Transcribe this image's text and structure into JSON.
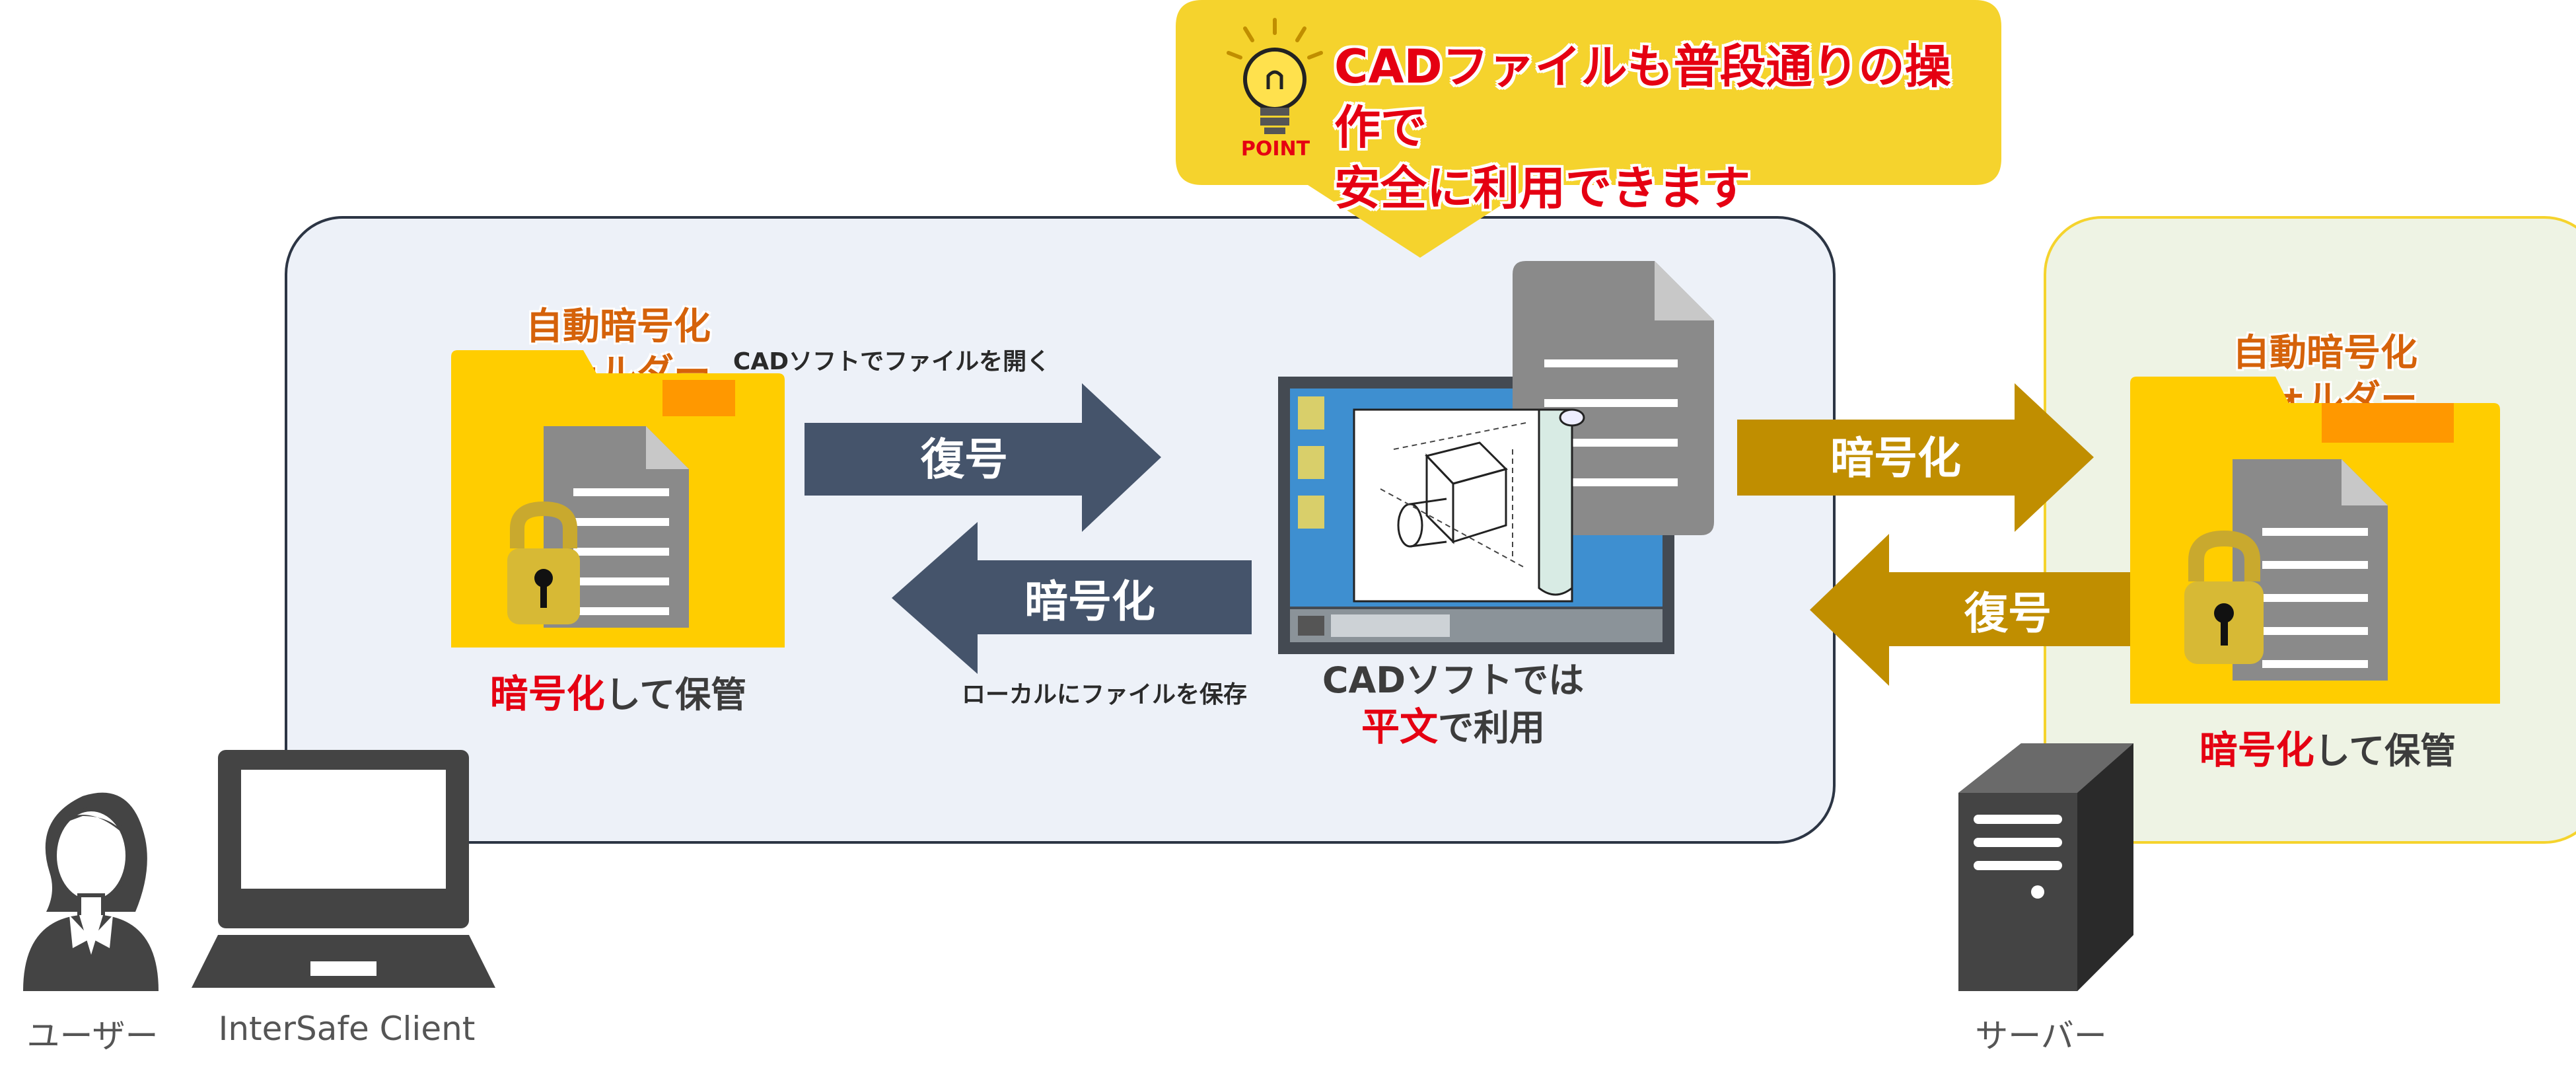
{
  "callout": {
    "text": "CADファイルも普段通りの操作で\n安全に利用できます",
    "point_label": "POINT",
    "icon": "lightbulb-icon"
  },
  "client_side": {
    "folder_label": "自動暗号化\nフォルダー",
    "store_label_red": "暗号化",
    "store_label_rest": "して保管",
    "decrypt_arrow": {
      "label": "復号",
      "caption": "CADソフトでファイルを開く"
    },
    "encrypt_arrow": {
      "label": "暗号化",
      "caption": "ローカルにファイルを保存"
    },
    "cad_caption_line1": "CADソフトでは",
    "cad_caption_red": "平文",
    "cad_caption_rest": "で利用"
  },
  "transfer": {
    "encrypt_label": "暗号化",
    "decrypt_label": "復号"
  },
  "server_side": {
    "folder_label": "自動暗号化\nフォルダー",
    "store_label_red": "暗号化",
    "store_label_rest": "して保管"
  },
  "bottom": {
    "user_label": "ユーザー",
    "client_label": "InterSafe Client",
    "server_label": "サーバー"
  },
  "colors": {
    "client_panel_bg": "#edf1f8",
    "server_panel_bg": "#eef3e4",
    "callout_bg": "#f5d32d",
    "dark_arrow": "#45546b",
    "gold_arrow": "#c08e00",
    "folder": "#ffcd00",
    "accent_red": "#e50012"
  }
}
